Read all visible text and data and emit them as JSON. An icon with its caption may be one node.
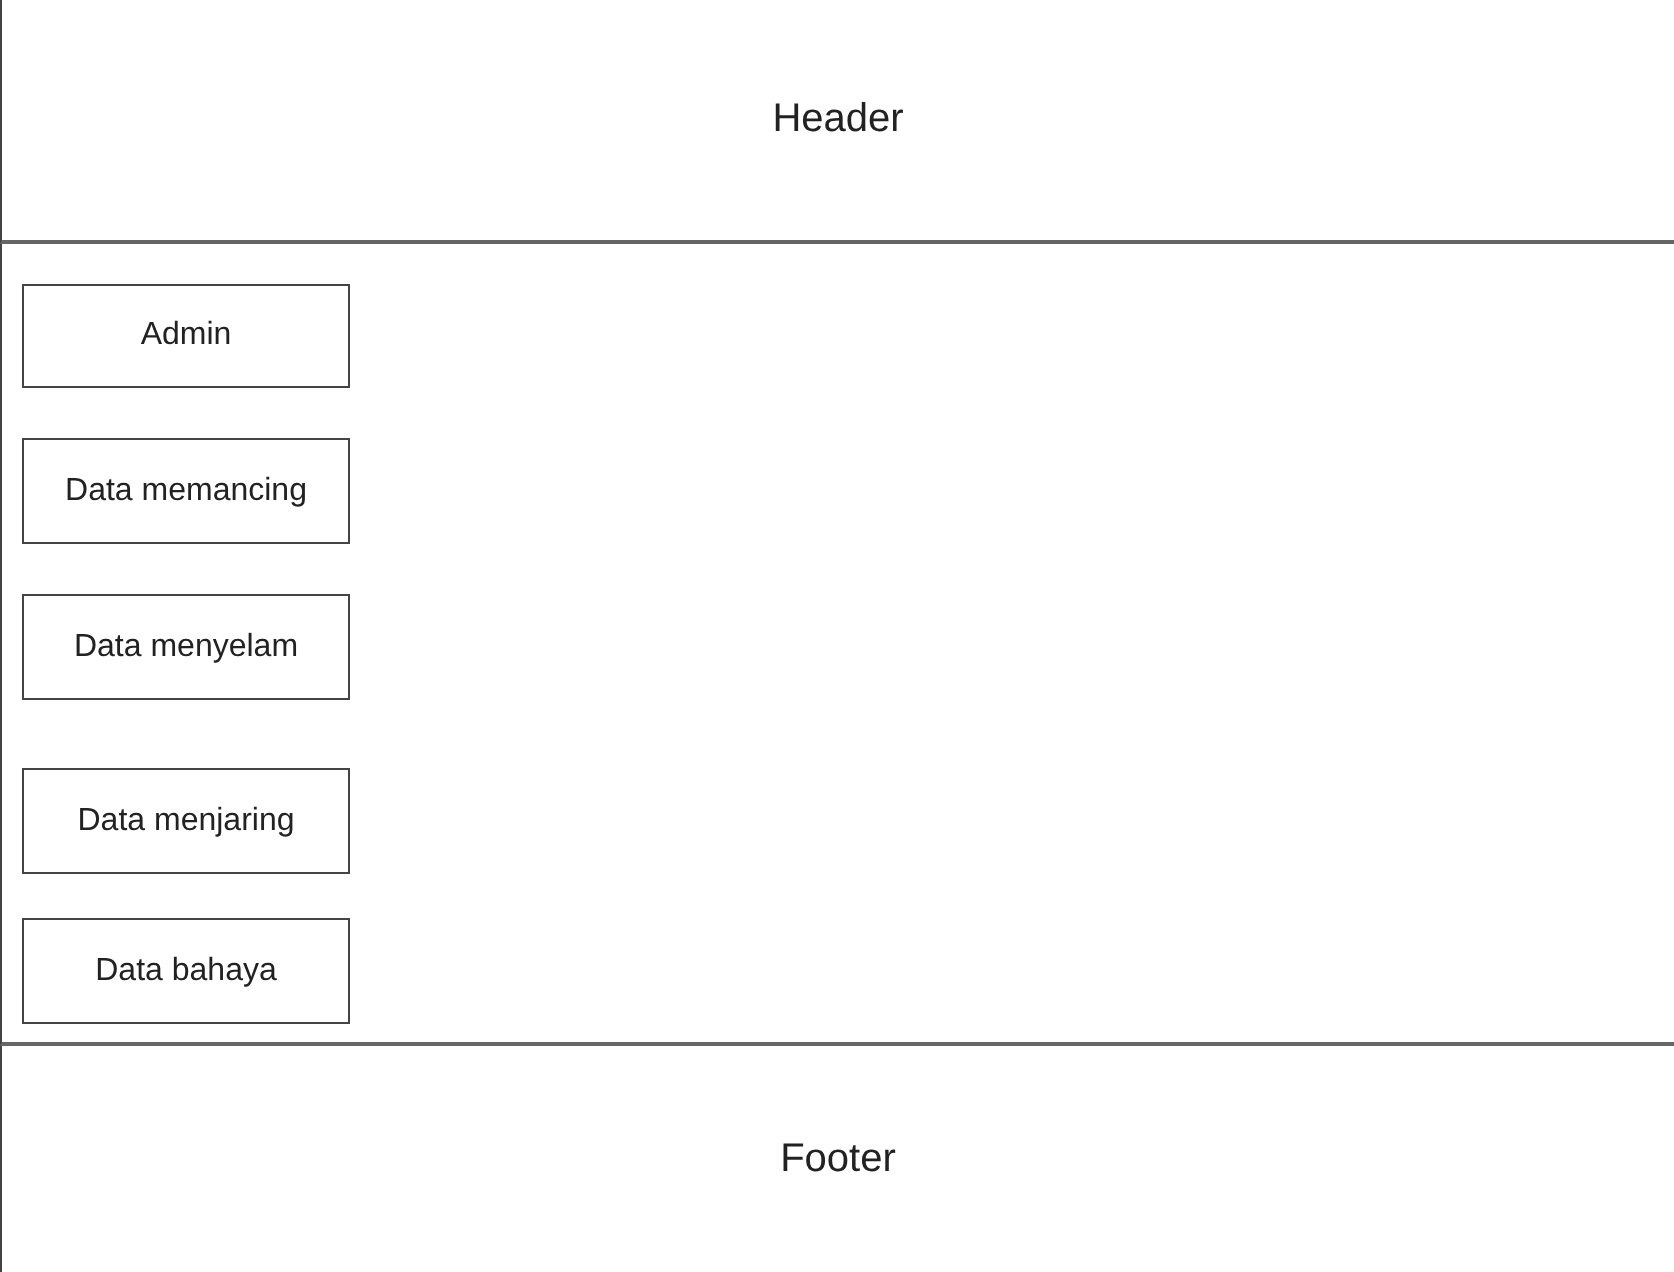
{
  "diagram": {
    "nodes": [
      {
        "text": [
          "Header"
        ]
      },
      {
        "text": [],
        "shape": "box"
      },
      {
        "text": [
          "Admin"
        ],
        "in": 1
      },
      {
        "text": [
          "Data memancing"
        ],
        "in": 1
      },
      {
        "text": [
          "Data menyelam"
        ],
        "in": 1
      },
      {
        "text": [
          "Data menjaring"
        ],
        "in": 1
      },
      {
        "text": [
          "Data bahaya"
        ],
        "in": 1
      },
      {
        "text": [
          "Footer"
        ]
      }
    ],
    "edges": []
  }
}
